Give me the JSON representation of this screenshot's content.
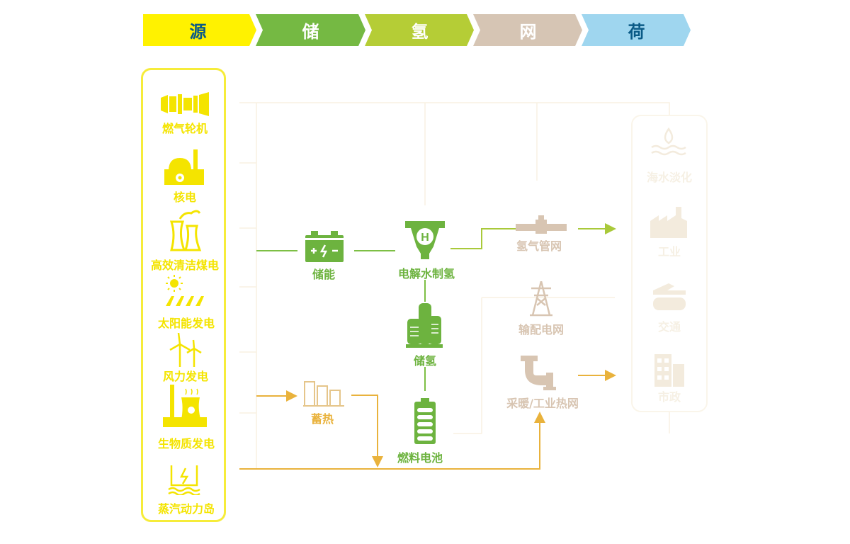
{
  "header": {
    "stages": [
      {
        "label": "源",
        "color": "#fff200",
        "text_color": "#0a5a86"
      },
      {
        "label": "储",
        "color": "#75b943",
        "text_color": "#ffffff"
      },
      {
        "label": "氢",
        "color": "#b5cd36",
        "text_color": "#ffffff"
      },
      {
        "label": "网",
        "color": "#d6c5b4",
        "text_color": "#ffffff"
      },
      {
        "label": "荷",
        "color": "#9fd6ef",
        "text_color": "#0a5a86"
      }
    ]
  },
  "sources": {
    "items": [
      {
        "label": "燃气轮机",
        "icon": "gas-turbine-icon"
      },
      {
        "label": "核电",
        "icon": "nuclear-plant-icon"
      },
      {
        "label": "高效清洁煤电",
        "icon": "cooling-tower-icon"
      },
      {
        "label": "太阳能发电",
        "icon": "solar-panel-icon"
      },
      {
        "label": "风力发电",
        "icon": "wind-turbine-icon"
      },
      {
        "label": "生物质发电",
        "icon": "biomass-plant-icon"
      },
      {
        "label": "蒸汽动力岛",
        "icon": "steam-island-icon"
      }
    ]
  },
  "storage": {
    "battery": {
      "label": "储能",
      "icon": "battery-icon"
    },
    "heat": {
      "label": "蓄热",
      "icon": "heat-storage-tanks-icon"
    }
  },
  "hydrogen": {
    "electrolysis": {
      "label": "电解水制氢",
      "icon": "h2-electrolyzer-icon"
    },
    "storage": {
      "label": "储氢",
      "icon": "hydrogen-tank-icon"
    },
    "fuel_cell": {
      "label": "燃料电池",
      "icon": "fuel-cell-icon"
    },
    "h2_symbol": "H"
  },
  "grid": {
    "pipeline": {
      "label": "氢气管网",
      "icon": "pipeline-icon"
    },
    "power": {
      "label": "输配电网",
      "icon": "power-tower-icon"
    },
    "heating": {
      "label": "采暖/工业热网",
      "icon": "heat-pipe-icon"
    }
  },
  "loads": {
    "items": [
      {
        "label": "海水淡化",
        "icon": "desalination-icon"
      },
      {
        "label": "工业",
        "icon": "factory-icon"
      },
      {
        "label": "交通",
        "icon": "transport-icon"
      },
      {
        "label": "市政",
        "icon": "municipal-building-icon"
      }
    ]
  },
  "colors": {
    "source_yellow": "#f4e400",
    "green": "#6db33f",
    "tan": "#d8c5b2",
    "heat_line": "#e9b23c",
    "faint": "#f6f0e4"
  }
}
